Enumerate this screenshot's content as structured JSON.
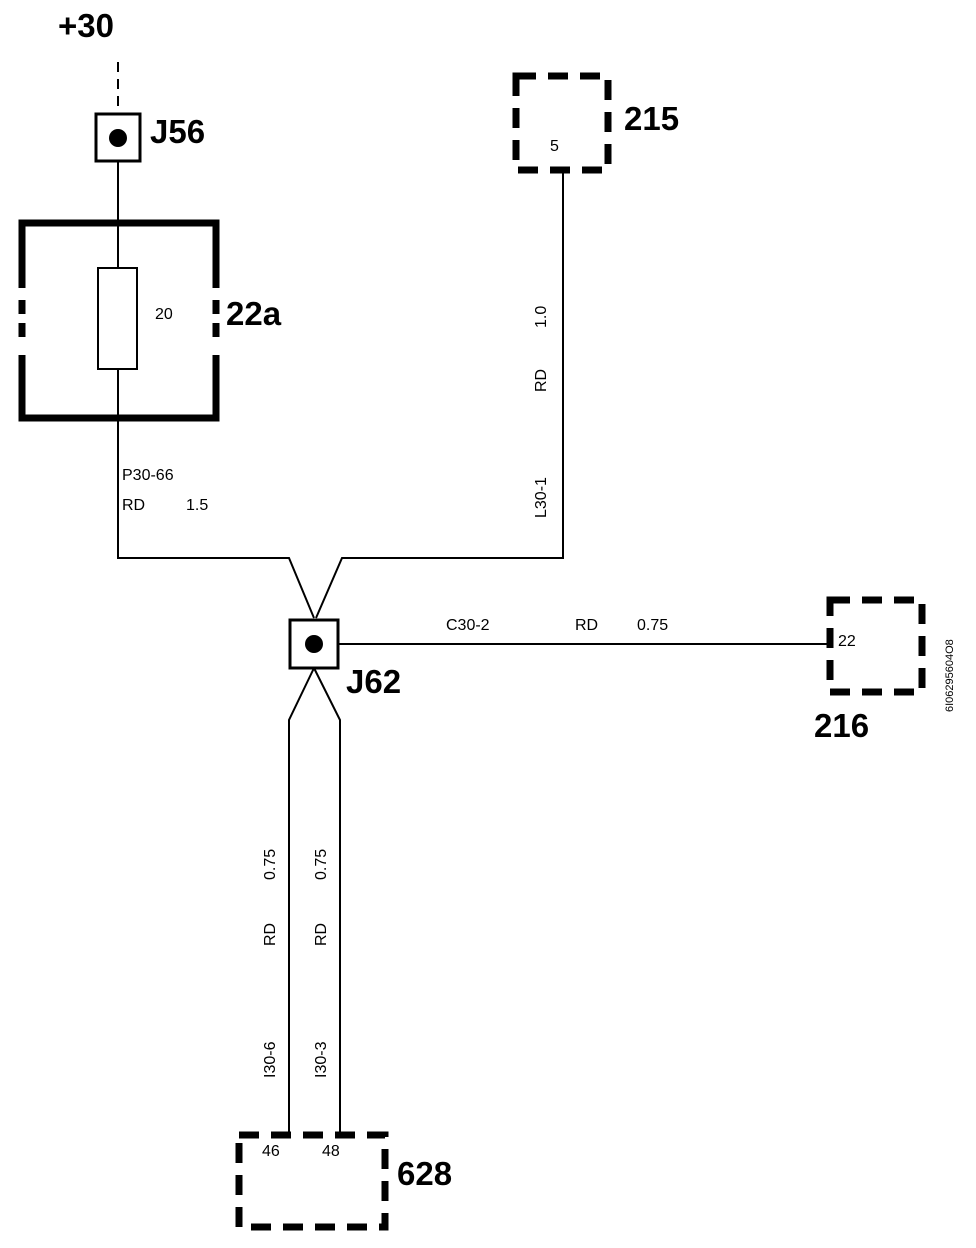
{
  "supply": {
    "label": "+30"
  },
  "components": {
    "j56": {
      "label": "J56"
    },
    "fuse_box": {
      "label": "22a",
      "fuse_rating": "20"
    },
    "c215": {
      "label": "215",
      "pin": "5"
    },
    "j62": {
      "label": "J62"
    },
    "c216": {
      "label": "216",
      "pin": "22"
    },
    "c628": {
      "label": "628",
      "pin_left": "46",
      "pin_right": "48"
    }
  },
  "wires": {
    "p30_66": {
      "id": "P30-66",
      "color": "RD",
      "size": "1.5"
    },
    "l30_1": {
      "id": "L30-1",
      "color": "RD",
      "size": "1.0"
    },
    "c30_2": {
      "id": "C30-2",
      "color": "RD",
      "size": "0.75"
    },
    "i30_6": {
      "id": "I30-6",
      "color": "RD",
      "size": "0.75"
    },
    "i30_3": {
      "id": "I30-3",
      "color": "RD",
      "size": "0.75"
    }
  },
  "reference_code": "6I06295604O8"
}
